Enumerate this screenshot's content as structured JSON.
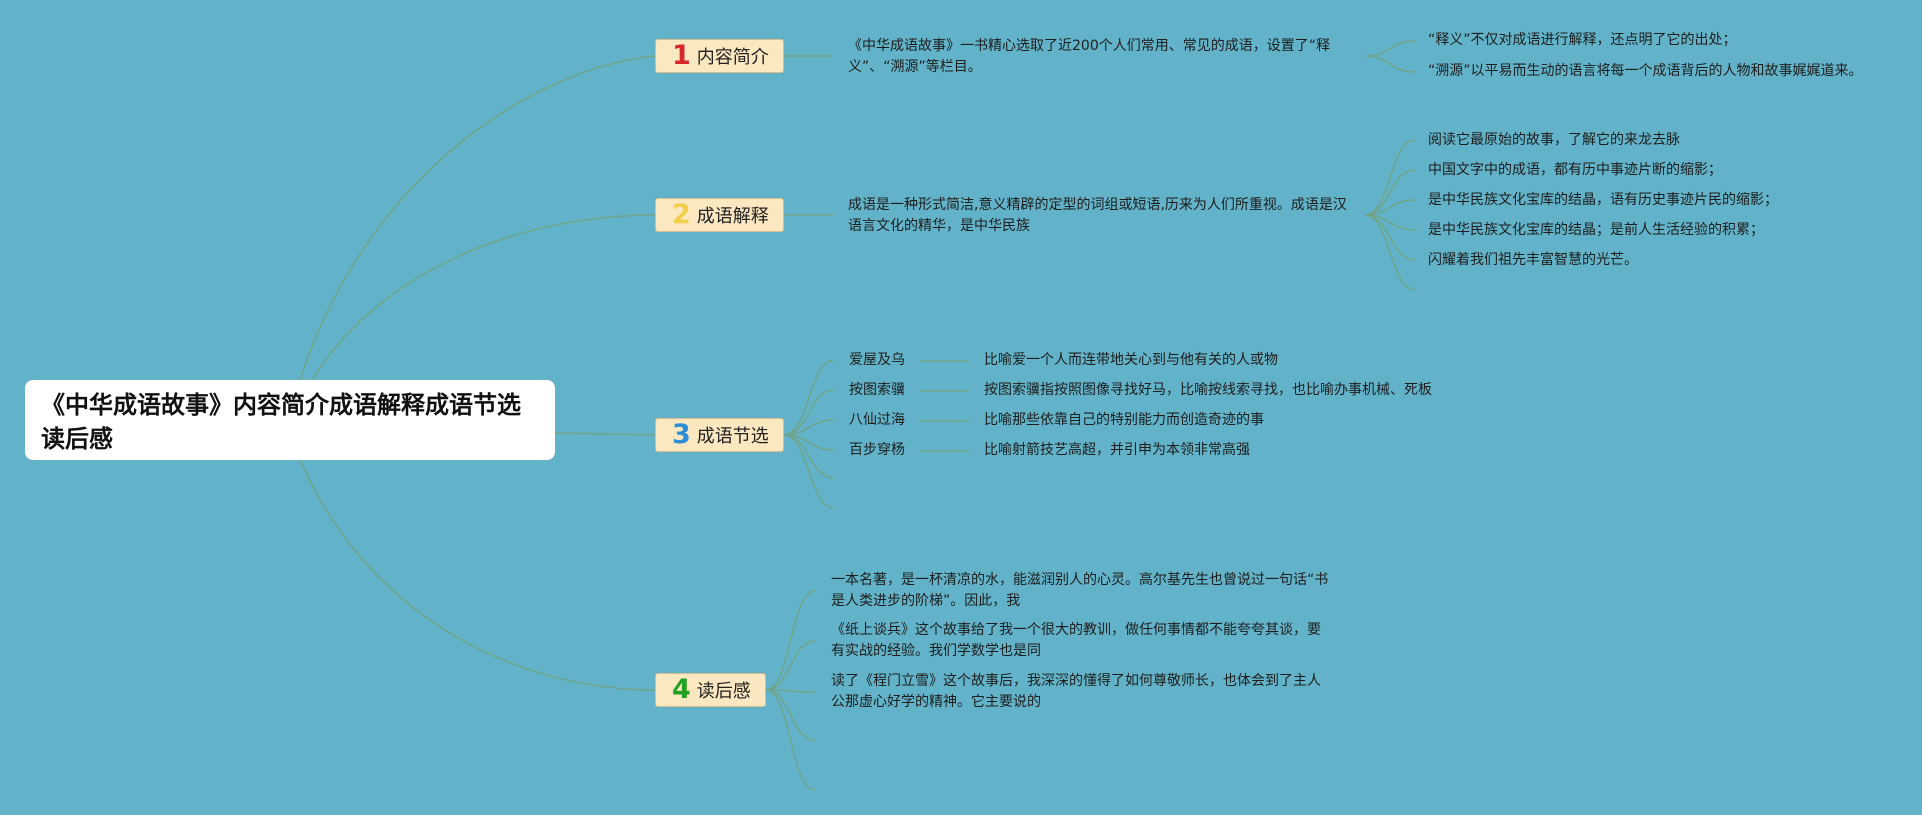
{
  "colors": {
    "background": "#62b3c9",
    "line": "#6fa48a",
    "node_fill": "#fbe7c0",
    "num1": "#d9262c",
    "num2": "#f2cf4a",
    "num3": "#2d8ed8",
    "num4": "#22a022"
  },
  "root": {
    "title": "《中华成语故事》内容简介成语解释成语节选读后感"
  },
  "branches": [
    {
      "num": "1",
      "label": "内容简介",
      "text": "《中华成语故事》一书精心选取了近200个人们常用、常见的成语，设置了“释义”、“溯源”等栏目。",
      "subs": [
        "“释义”不仅对成语进行解释，还点明了它的出处；",
        "“溯源”以平易而生动的语言将每一个成语背后的人物和故事娓娓道来。"
      ]
    },
    {
      "num": "2",
      "label": "成语解释",
      "text": "成语是一种形式简洁,意义精辟的定型的词组或短语,历来为人们所重视。成语是汉语言文化的精华，是中华民族",
      "subs": [
        "阅读它最原始的故事，了解它的来龙去脉",
        "中国文字中的成语，都有历中事迹片断的缩影；",
        "是中华民族文化宝库的结晶，语有历史事迹片民的缩影；",
        "是中华民族文化宝库的结晶；是前人生活经验的积累；",
        "闪耀着我们祖先丰富智慧的光芒。"
      ]
    },
    {
      "num": "3",
      "label": "成语节选",
      "idioms": [
        {
          "name": "爱屋及乌",
          "meaning": "比喻爱一个人而连带地关心到与他有关的人或物"
        },
        {
          "name": "按图索骥",
          "meaning": "按图索骥指按照图像寻找好马，比喻按线索寻找，也比喻办事机械、死板"
        },
        {
          "name": "八仙过海",
          "meaning": "比喻那些依靠自己的特别能力而创造奇迹的事"
        },
        {
          "name": "百步穿杨",
          "meaning": "比喻射箭技艺高超，并引申为本领非常高强"
        }
      ]
    },
    {
      "num": "4",
      "label": "读后感",
      "items": [
        "一本名著，是一杯清凉的水，能滋润别人的心灵。高尔基先生也曾说过一句话“书是人类进步的阶梯”。因此，我",
        "《纸上谈兵》这个故事给了我一个很大的教训，做任何事情都不能夸夸其谈，要有实战的经验。我们学数学也是同",
        "读了《程门立雪》这个故事后，我深深的懂得了如何尊敬师长，也体会到了主人公那虚心好学的精神。它主要说的"
      ]
    }
  ]
}
